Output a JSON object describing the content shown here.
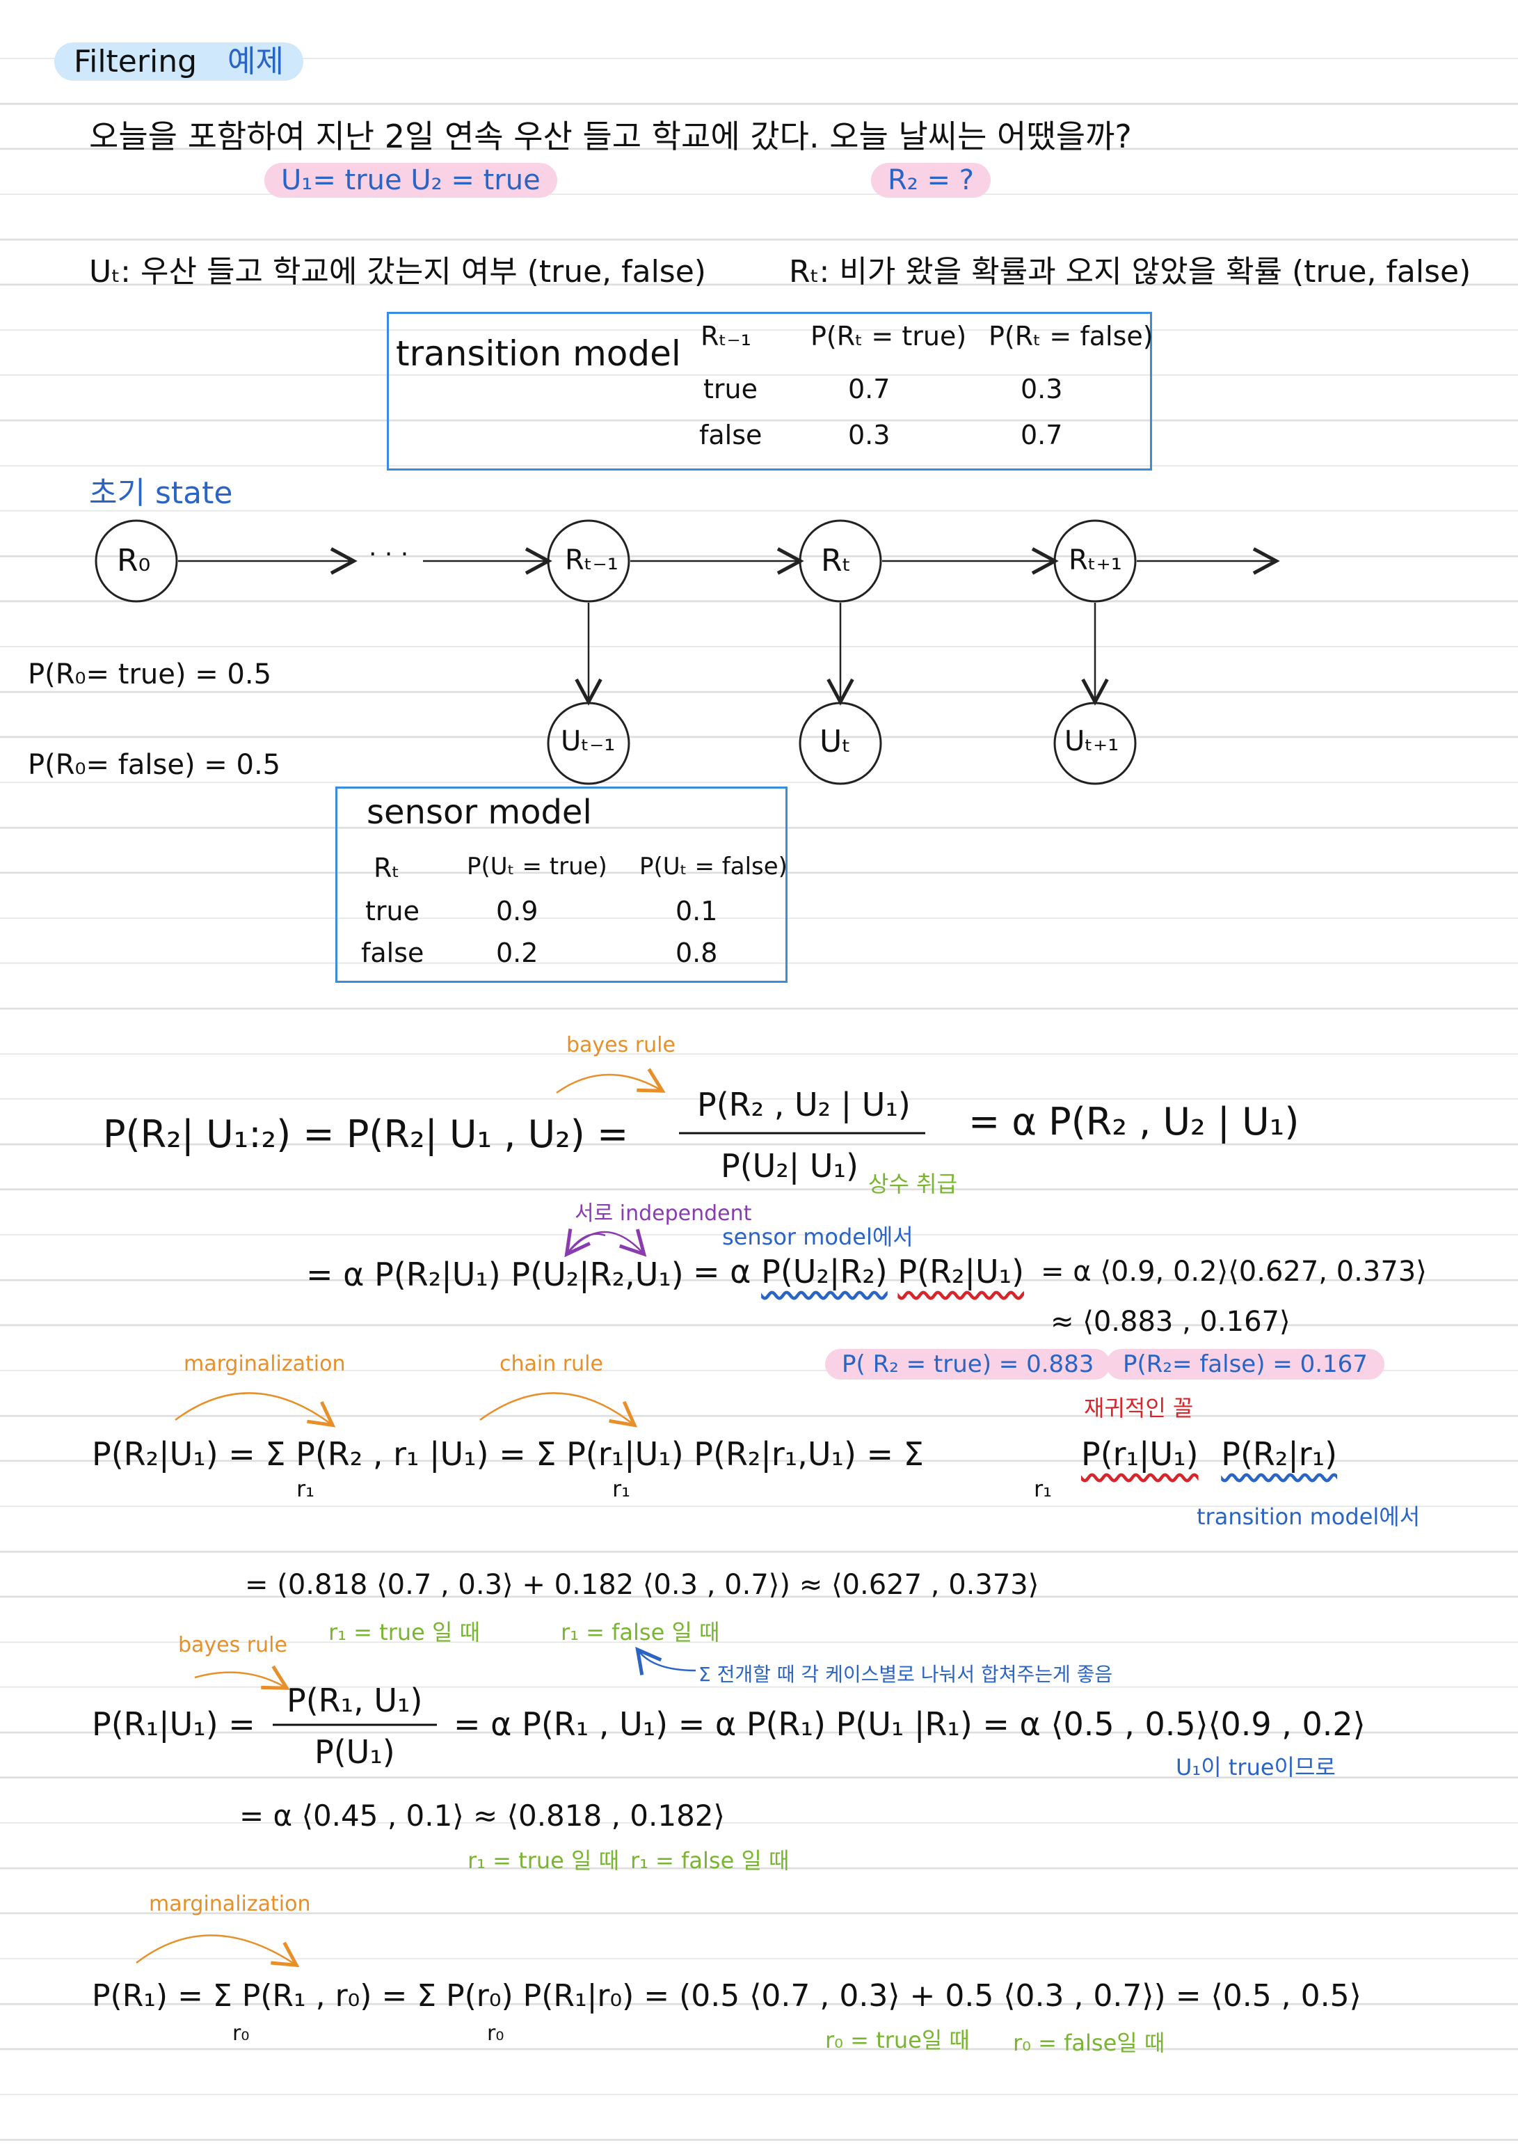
{
  "header": {
    "title_en": "Filtering",
    "title_ko": "예제"
  },
  "problem": {
    "statement": "오늘을 포함하여 지난 2일 연속 우산 들고 학교에 갔다. 오늘 날씨는 어땠을까?",
    "given": "U₁= true   U₂ = true",
    "query": "R₂ = ?"
  },
  "definitions": {
    "u_def": "Uₜ: 우산 들고 학교에 갔는지 여부 (true, false)",
    "r_def": "Rₜ: 비가 왔을 확률과 오지 않았을 확률 (true, false)"
  },
  "transition_model": {
    "label": "transition model",
    "headers": [
      "Rₜ₋₁",
      "P(Rₜ = true)",
      "P(Rₜ = false)"
    ],
    "rows": [
      [
        "true",
        "0.7",
        "0.3"
      ],
      [
        "false",
        "0.3",
        "0.7"
      ]
    ]
  },
  "diagram": {
    "initial_state_label": "초기 state",
    "states": [
      "R₀",
      "Rₜ₋₁",
      "Rₜ",
      "Rₜ₊₁"
    ],
    "ellipsis": "· · ·",
    "observations": [
      "Uₜ₋₁",
      "Uₜ",
      "Uₜ₊₁"
    ],
    "prior_true": "P(R₀= true) = 0.5",
    "prior_false": "P(R₀= false) = 0.5"
  },
  "sensor_model": {
    "label": "sensor model",
    "headers": [
      "Rₜ",
      "P(Uₜ = true)",
      "P(Uₜ = false)"
    ],
    "rows": [
      [
        "true",
        "0.9",
        "0.1"
      ],
      [
        "false",
        "0.2",
        "0.8"
      ]
    ]
  },
  "eq1": {
    "bayes_label": "bayes rule",
    "lhs": "P(R₂| U₁:₂) = P(R₂| U₁ , U₂) =",
    "numerator": "P(R₂ , U₂ | U₁)",
    "denominator": "P(U₂| U₁)",
    "const_note": "상수 취급",
    "rhs": "= α P(R₂ , U₂ | U₁)"
  },
  "eq2": {
    "independent_label": "서로 independent",
    "sensor_label": "sensor model에서",
    "lhs": "= α P(R₂|U₁) P(U₂|R₂,U₁)",
    "mid_a": "= α ",
    "mid_u": "P(U₂|R₂)",
    "mid_r": "P(R₂|U₁)",
    "rhs": "= α ⟨0.9, 0.2⟩⟨0.627, 0.373⟩",
    "approx": "≈ ⟨0.883 , 0.167⟩",
    "result_true": "P( R₂ = true) = 0.883",
    "result_false": "P(R₂= false) = 0.167"
  },
  "eq3": {
    "marginalization_label": "marginalization",
    "chain_label": "chain rule",
    "recursive_label": "재귀적인 꼴",
    "lhs": "P(R₂|U₁) = Σ P(R₂ , r₁ |U₁)  =  Σ P(r₁|U₁) P(R₂|r₁,U₁) =  Σ",
    "sub1": "r₁",
    "sub2": "r₁",
    "sub3": "r₁",
    "term_a": "P(r₁|U₁)",
    "term_b": "P(R₂|r₁)",
    "transition_note": "transition model에서"
  },
  "eq4": {
    "line": "= (0.818 ⟨0.7 , 0.3⟩ + 0.182 ⟨0.3 , 0.7⟩) ≈ ⟨0.627 , 0.373⟩",
    "r_true": "r₁ = true 일 때",
    "r_false": "r₁ = false 일 때",
    "sigma_note": "Σ 전개할 때 각 케이스별로 나눠서 합쳐주는게 좋음"
  },
  "eq5": {
    "bayes_label": "bayes rule",
    "lhs": "P(R₁|U₁) =",
    "numerator": "P(R₁, U₁)",
    "denominator": "P(U₁)",
    "rhs": "= α P(R₁ , U₁) = α P(R₁) P(U₁ |R₁) = α ⟨0.5 , 0.5⟩⟨0.9 , 0.2⟩",
    "u_note": "U₁이 true이므로"
  },
  "eq6": {
    "line": "= α ⟨0.45 , 0.1⟩ ≈ ⟨0.818 , 0.182⟩",
    "r_true": "r₁ = true 일 때",
    "r_false": "r₁ = false 일 때"
  },
  "eq7": {
    "marginalization_label": "marginalization",
    "line": "P(R₁) = Σ P(R₁ , r₀) = Σ P(r₀) P(R₁|r₀) = (0.5 ⟨0.7 , 0.3⟩ + 0.5 ⟨0.3 , 0.7⟩)  = ⟨0.5 , 0.5⟩",
    "sub1": "r₀",
    "sub2": "r₀",
    "r_true": "r₀ = true일 때",
    "r_false": "r₀ = false일 때"
  }
}
